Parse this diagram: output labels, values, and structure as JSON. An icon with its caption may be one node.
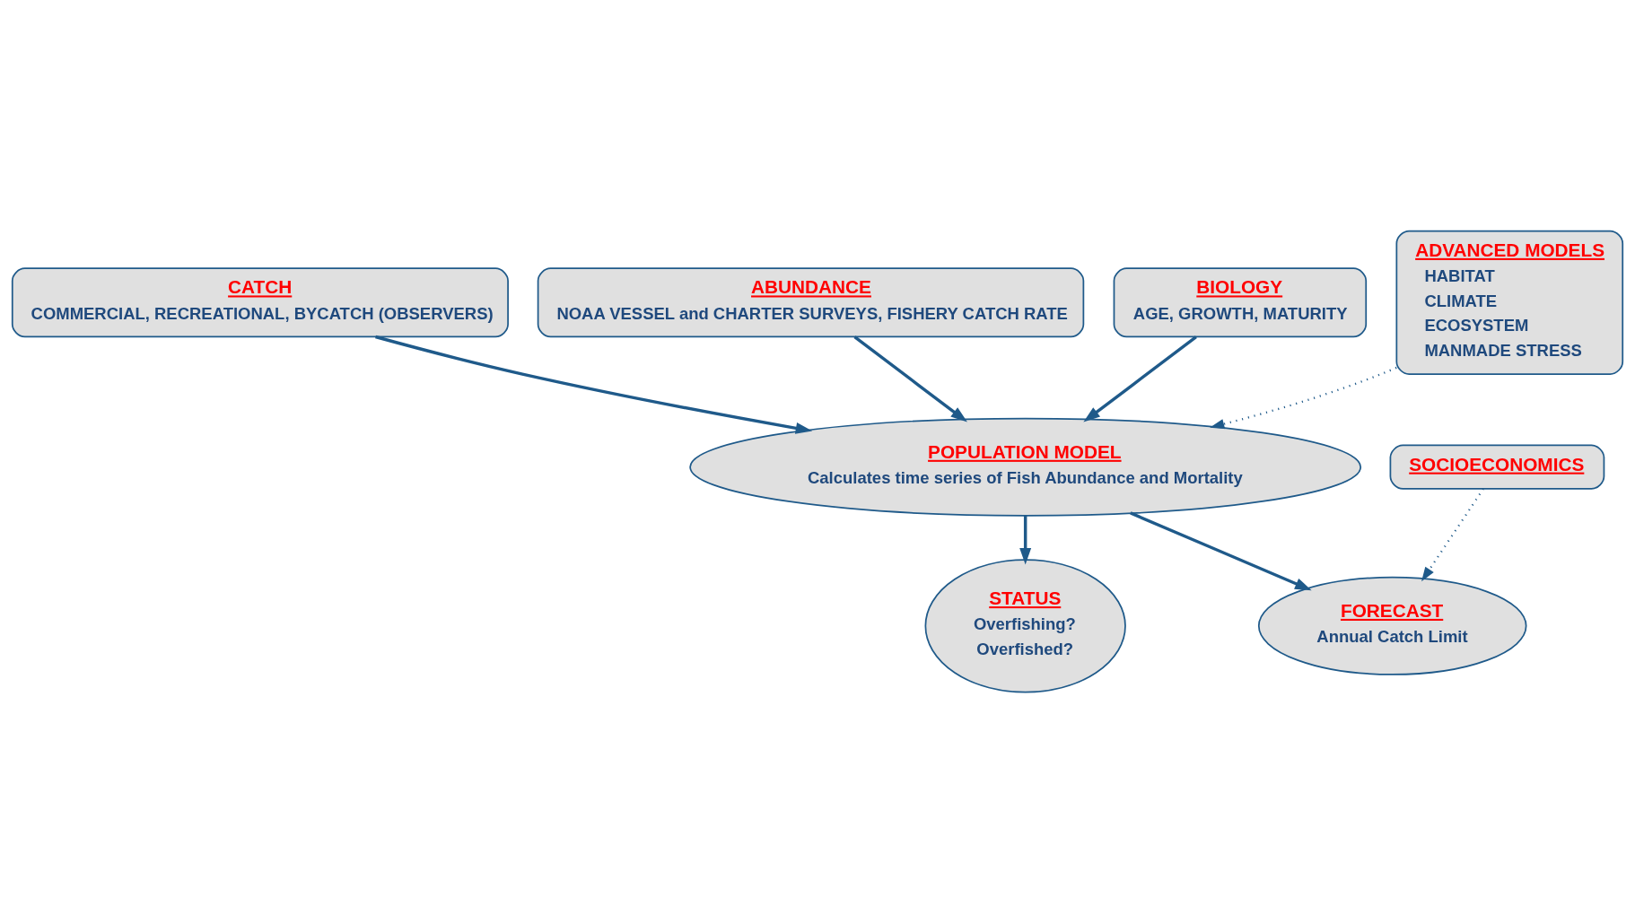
{
  "diagram": {
    "nodes": [
      {
        "text": [
          "CATCH",
          "COMMERCIAL, RECREATIONAL, BYCATCH (OBSERVERS)"
        ]
      },
      {
        "text": [
          "ABUNDANCE",
          "NOAA VESSEL and CHARTER SURVEYS, FISHERY CATCH RATE"
        ]
      },
      {
        "text": [
          "BIOLOGY",
          "AGE, GROWTH, MATURITY"
        ]
      },
      {
        "text": [
          "ADVANCED MODELS",
          "HABITAT",
          "CLIMATE",
          "ECOSYSTEM",
          "MANMADE STRESS"
        ]
      },
      {
        "text": [
          "POPULATION MODEL",
          "Calculates time series of Fish Abundance and Mortality"
        ]
      },
      {
        "text": [
          "SOCIOECONOMICS"
        ]
      },
      {
        "text": [
          "STATUS",
          "Overfishing?",
          "Overfished?"
        ]
      },
      {
        "text": [
          "FORECAST",
          "Annual Catch Limit"
        ]
      }
    ],
    "edges": [
      {
        "from": 0,
        "to": 4,
        "arrow": "to"
      },
      {
        "from": 1,
        "to": 4,
        "arrow": "to"
      },
      {
        "from": 2,
        "to": 4,
        "arrow": "to"
      },
      {
        "from": 3,
        "to": 4,
        "arrow": "to",
        "style": "dashed"
      },
      {
        "from": 4,
        "to": 6,
        "arrow": "to"
      },
      {
        "from": 4,
        "to": 7,
        "arrow": "to"
      },
      {
        "from": 5,
        "to": 7,
        "arrow": "to",
        "style": "dashed"
      }
    ]
  }
}
